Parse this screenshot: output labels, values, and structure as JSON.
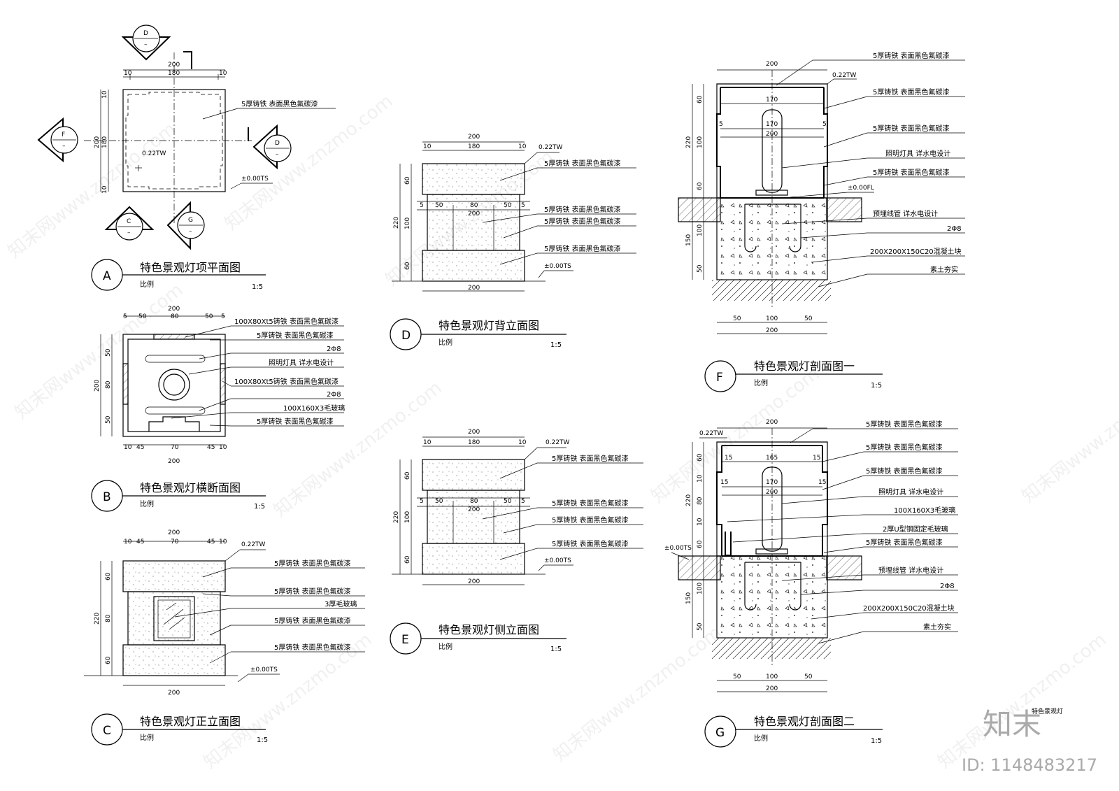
{
  "views": {
    "A": {
      "tag": "A",
      "title": "特色景观灯项平面图",
      "scale_label": "比例",
      "scale": "1:5"
    },
    "B": {
      "tag": "B",
      "title": "特色景观灯横断面图",
      "scale_label": "比例",
      "scale": "1:5"
    },
    "C": {
      "tag": "C",
      "title": "特色景观灯正立面图",
      "scale_label": "比例",
      "scale": "1:5"
    },
    "D": {
      "tag": "D",
      "title": "特色景观灯背立面图",
      "scale_label": "比例",
      "scale": "1:5"
    },
    "E": {
      "tag": "E",
      "title": "特色景观灯侧立面图",
      "scale_label": "比例",
      "scale": "1:5"
    },
    "F": {
      "tag": "F",
      "title": "特色景观灯剖面图一",
      "scale_label": "比例",
      "scale": "1:5"
    },
    "G": {
      "tag": "G",
      "title": "特色景观灯剖面图二",
      "scale_label": "比例",
      "scale": "1:5"
    }
  },
  "markers": {
    "D": "D",
    "F": "F",
    "C": "C",
    "G": "G",
    "dash": "–"
  },
  "dims": {
    "d200": "200",
    "d180": "180",
    "d170": "170",
    "d165": "165",
    "d10": "10",
    "d15": "15",
    "d5": "5",
    "d50": "50",
    "d80": "80",
    "d100": "100",
    "d60": "60",
    "d45": "45",
    "d70": "70",
    "d220": "220",
    "d150": "150",
    "tw": "0.22TW",
    "ts": "±0.00TS",
    "fl": "±0.00FL"
  },
  "notes": {
    "iron5": "5厚铸铁 表面黑色氟碳漆",
    "iron100x80": "100X80Xt5铸铁 表面黑色氟碳漆",
    "rebar": "2Φ8",
    "lamp": "照明灯具 详水电设计",
    "glass100x160": "100X160X3毛玻璃",
    "glass3": "3厚毛玻璃",
    "conduit": "预埋线管 详水电设计",
    "concrete": "200X200X150C20混凝土块",
    "soil": "素土夯实",
    "uchannel": "2厚U型钢固定毛玻璃"
  },
  "watermark": {
    "site": "知末网www.znzmo.com",
    "brand": "知末",
    "id": "ID: 1148483217",
    "stamp": "特色景观灯"
  }
}
